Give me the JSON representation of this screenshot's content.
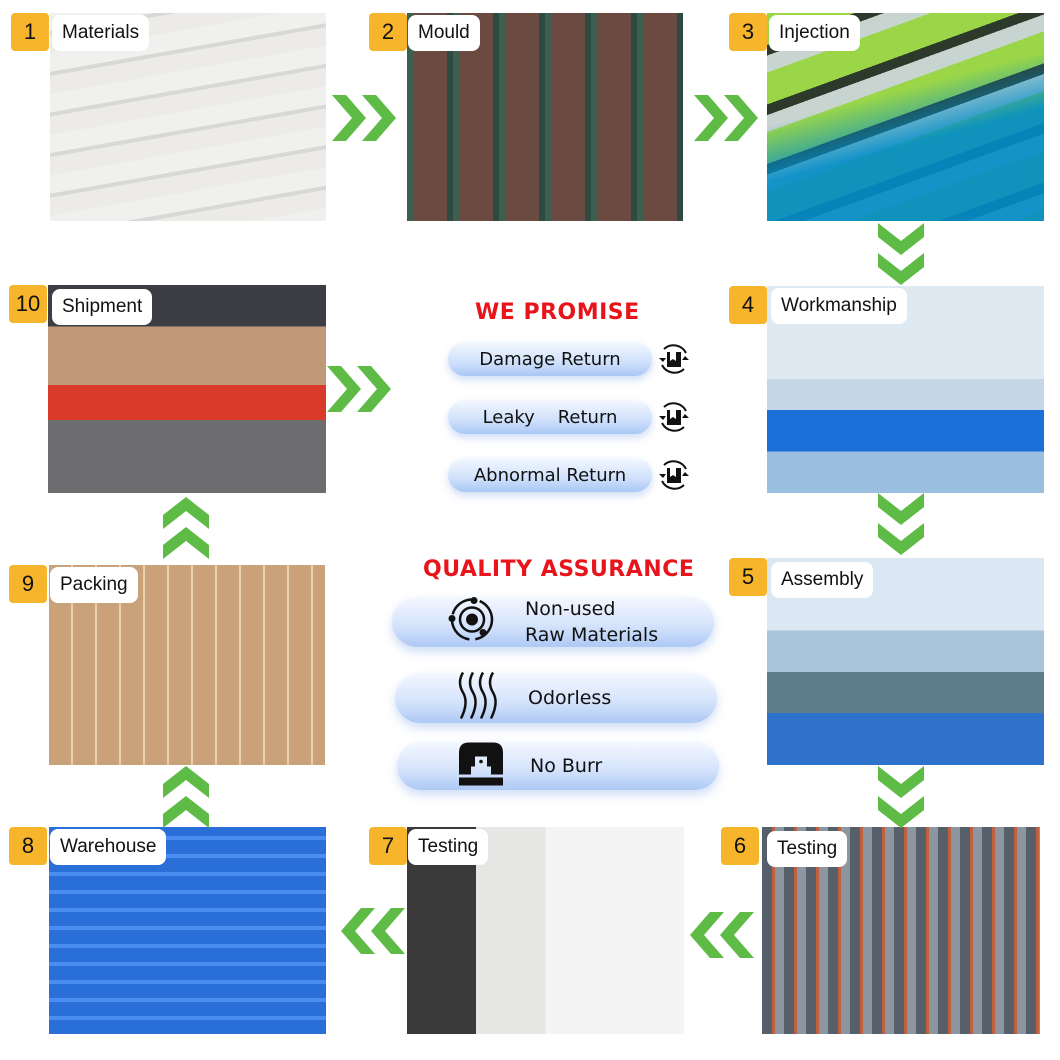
{
  "process": {
    "steps": [
      {
        "number": "1",
        "label": "Materials"
      },
      {
        "number": "2",
        "label": "Mould"
      },
      {
        "number": "3",
        "label": "Injection"
      },
      {
        "number": "4",
        "label": "Workmanship"
      },
      {
        "number": "5",
        "label": "Assembly"
      },
      {
        "number": "6",
        "label": "Testing"
      },
      {
        "number": "7",
        "label": "Testing"
      },
      {
        "number": "8",
        "label": "Warehouse"
      },
      {
        "number": "9",
        "label": "Packing"
      },
      {
        "number": "10",
        "label": "Shipment"
      }
    ],
    "arrow_color": "#5dbb46",
    "badge_color": "#f7b52c"
  },
  "promise": {
    "title": "WE PROMISE",
    "items": [
      {
        "label": "Damage Return",
        "icon": "box-return-icon"
      },
      {
        "label": "Leaky    Return",
        "icon": "box-return-icon"
      },
      {
        "label": "Abnormal Return",
        "icon": "box-return-icon"
      }
    ]
  },
  "quality": {
    "title": "QUALITY ASSURANCE",
    "items": [
      {
        "line1": "Non-used",
        "line2": "Raw Materials",
        "icon": "atom-icon"
      },
      {
        "line1": "Odorless",
        "icon": "odor-waves-icon"
      },
      {
        "line1": "No Burr",
        "icon": "mould-icon"
      }
    ]
  },
  "colors": {
    "title_red": "#e8141b",
    "pill_blue": "#cfe0fb"
  }
}
